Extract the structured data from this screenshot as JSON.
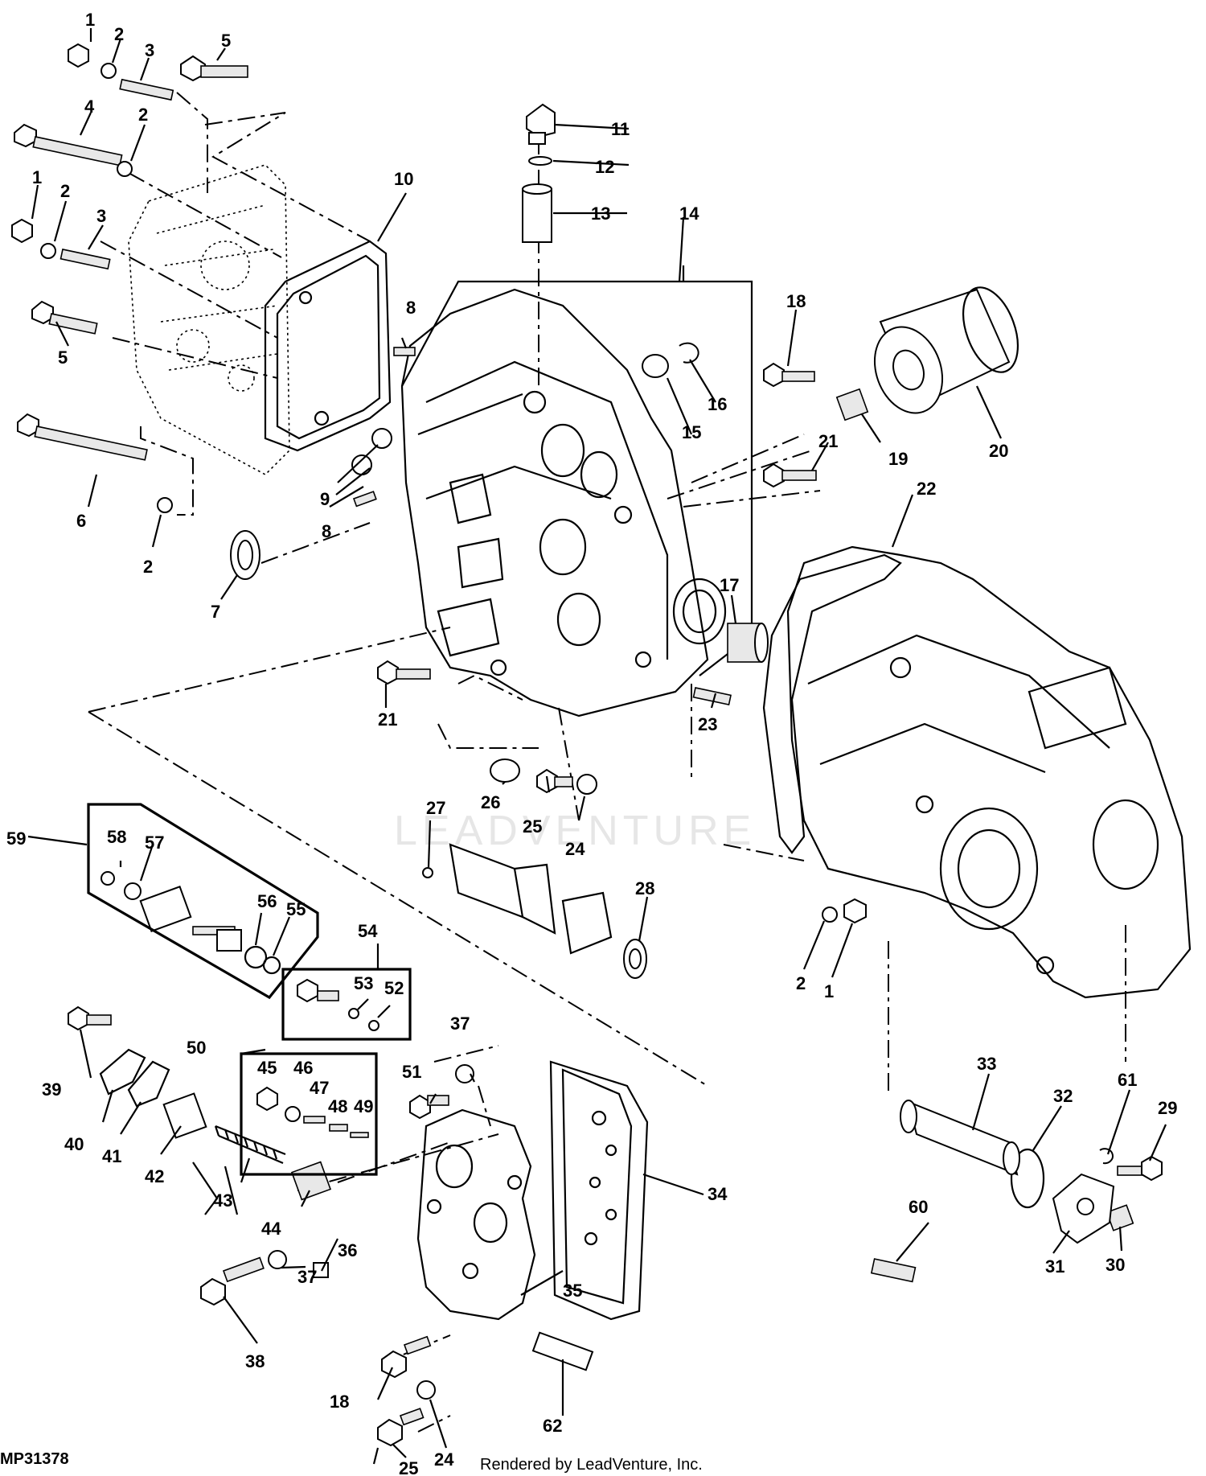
{
  "drawing_id": "MP31378",
  "watermark": "LEADVENTURE",
  "credit": "Rendered by LeadVenture, Inc.",
  "callouts": [
    "1",
    "2",
    "3",
    "4",
    "5",
    "6",
    "7",
    "8",
    "9",
    "10",
    "11",
    "12",
    "13",
    "14",
    "15",
    "16",
    "17",
    "18",
    "19",
    "20",
    "21",
    "22",
    "23",
    "24",
    "25",
    "26",
    "27",
    "28",
    "29",
    "30",
    "31",
    "32",
    "33",
    "34",
    "35",
    "36",
    "37",
    "38",
    "39",
    "40",
    "41",
    "42",
    "43",
    "44",
    "45",
    "46",
    "47",
    "48",
    "49",
    "50",
    "51",
    "52",
    "53",
    "54",
    "55",
    "56",
    "57",
    "58",
    "59",
    "60",
    "61",
    "62"
  ]
}
